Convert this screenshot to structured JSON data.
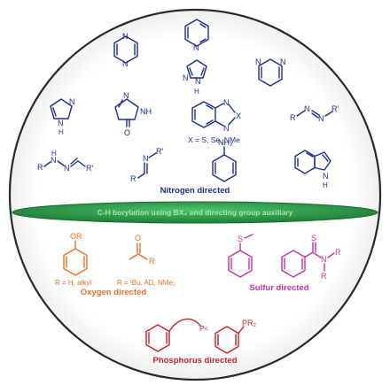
{
  "band": {
    "text": "C-H borylation using BX₃ and directing group auxiliary"
  },
  "nitrogen": {
    "title": "Nitrogen directed",
    "labels": {
      "pyridine_N": "N",
      "pyrazine_N1": "N",
      "pyrazine_N2": "N",
      "pyrazole_N": "N",
      "pyrazole_NH": "N",
      "pyrazole_H": "H",
      "pyrimidine_N1": "N",
      "pyrimidine_N2": "N",
      "imidazole_N": "N",
      "imidazole_NH": "N",
      "imidazole_H": "H",
      "imidazolone_N": "N",
      "imidazolone_NH": "NH",
      "imidazolone_O": "O",
      "benzothiadiazole_N1": "N",
      "benzothiadiazole_N2": "N",
      "benzothiadiazole_X": "X",
      "x_note": "X = S, Se, NMe",
      "azo_R": "R",
      "azo_N1": "N",
      "azo_N2": "N",
      "azo_R2": "R'",
      "hydrazone_R": "R",
      "hydrazone_NH": "N",
      "hydrazone_H": "H",
      "hydrazone_N": "N",
      "hydrazone_R2": "R'",
      "imine_N": "N",
      "imine_R2": "R'",
      "imine_R": "R",
      "aniline_NH2": "NH₂",
      "indole_N": "N",
      "indole_H": "H"
    }
  },
  "oxygen": {
    "title": "Oxygen directed",
    "labels": {
      "phenol_OR": "OR",
      "r_note_phenol": "R = H, alkyl",
      "ketone_O": "O",
      "ketone_R": "R",
      "r_note_ketone": "R = ᵗBu, AD, NMe₂"
    }
  },
  "sulfur": {
    "title": "Sulfur directed",
    "labels": {
      "thioether_S": "S",
      "thioamide_S": "S",
      "thioamide_N": "N",
      "thioamide_R1": "R",
      "thioamide_R2": "R"
    }
  },
  "phosphorus": {
    "title": "Phosphorus directed",
    "labels": {
      "phosphine_X": "P<",
      "pr2": "PR₂"
    }
  },
  "colors": {
    "nitrogen": "#1d2f8c",
    "oxygen": "#e8712a",
    "sulfur": "#c8339a",
    "phosphorus": "#c82026",
    "band": "#2f9e4a"
  }
}
